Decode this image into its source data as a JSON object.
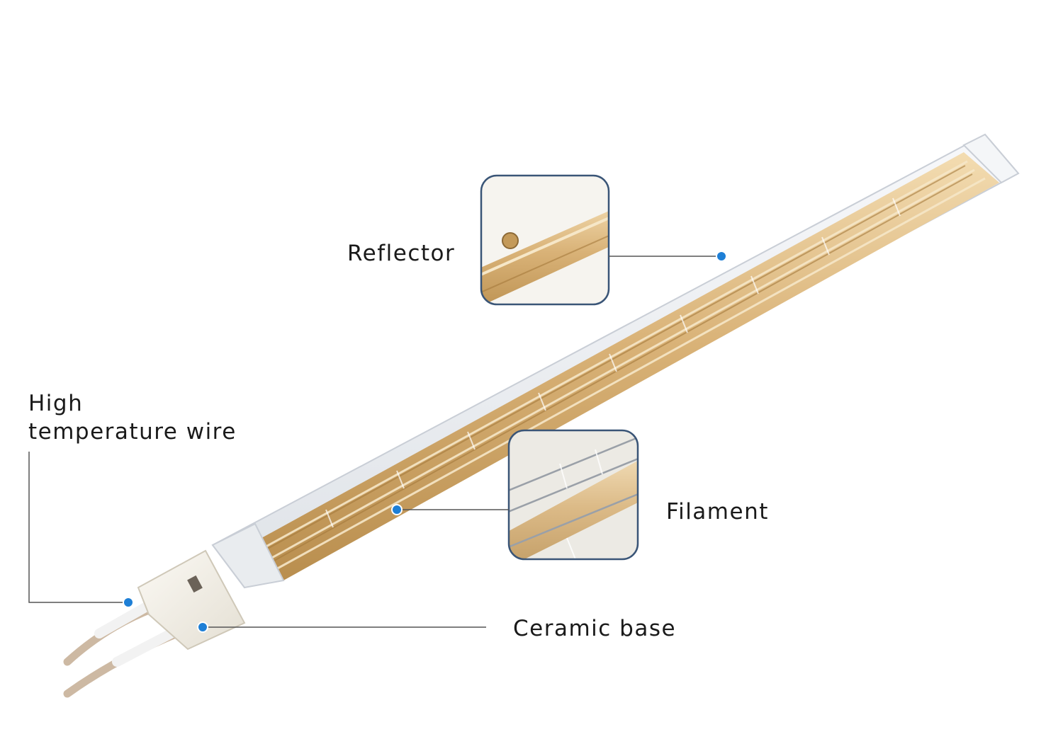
{
  "labels": {
    "reflector": "Reflector",
    "filament": "Filament",
    "ceramic_base": "Ceramic base",
    "wire_line1": "High",
    "wire_line2": "temperature wire"
  },
  "colors": {
    "callout_dot": "#1e7fd6",
    "leader_line": "#555555",
    "callout_border": "#3a5577",
    "gold": "#d9b277",
    "gold_dark": "#b98e4e",
    "glass": "#eef0f2",
    "ceramic": "#f1eee6",
    "cable": "#cdb9a3"
  }
}
